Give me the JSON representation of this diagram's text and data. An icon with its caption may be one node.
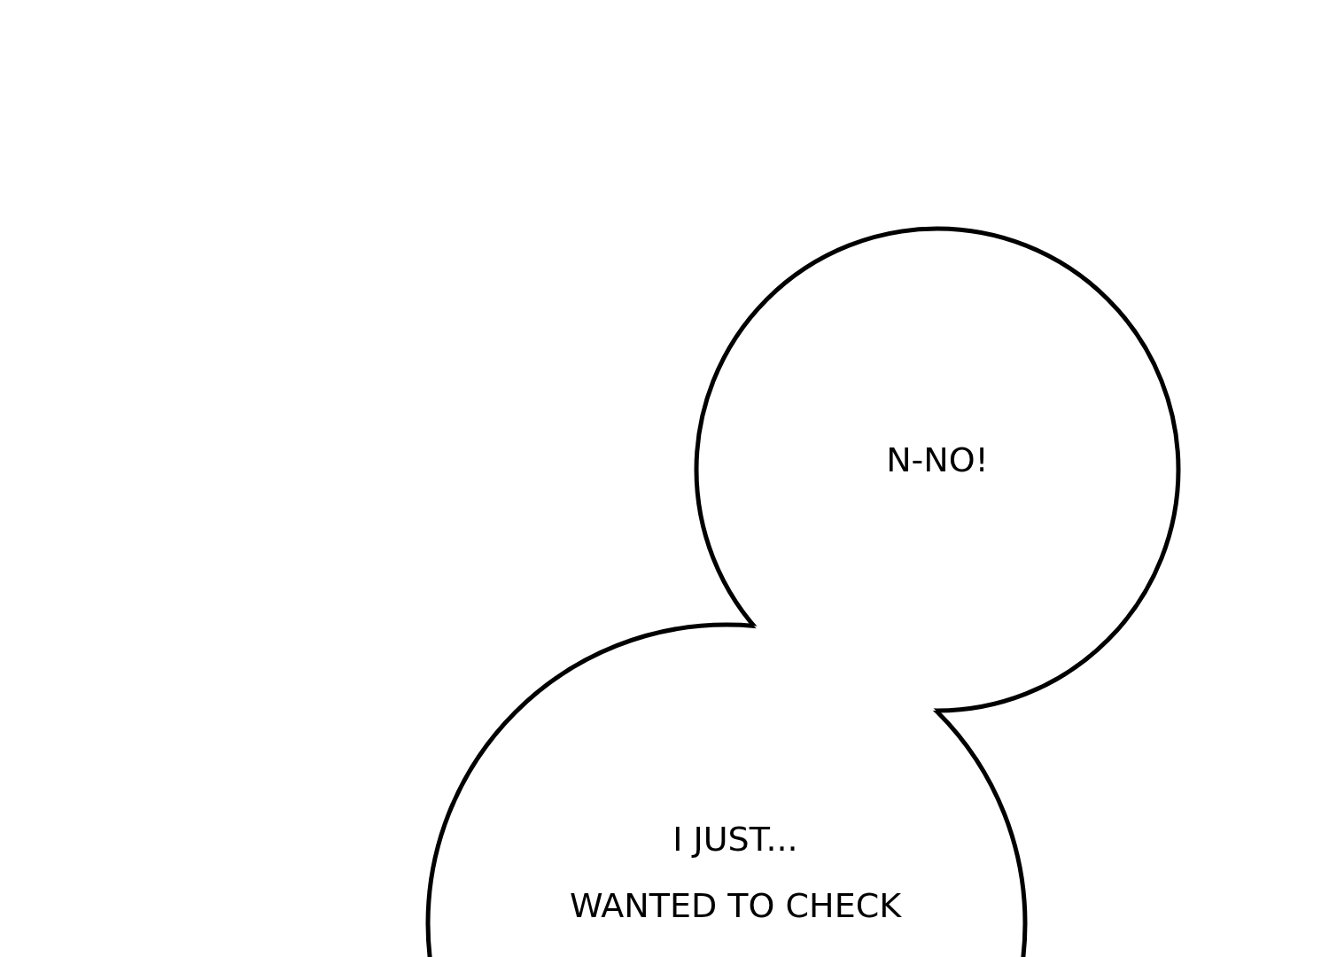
{
  "diagram": {
    "nodes": [
      {
        "text": [
          "N-NO!"
        ]
      },
      {
        "text": [
          "I JUST...",
          "WANTED TO CHECK"
        ]
      }
    ]
  }
}
